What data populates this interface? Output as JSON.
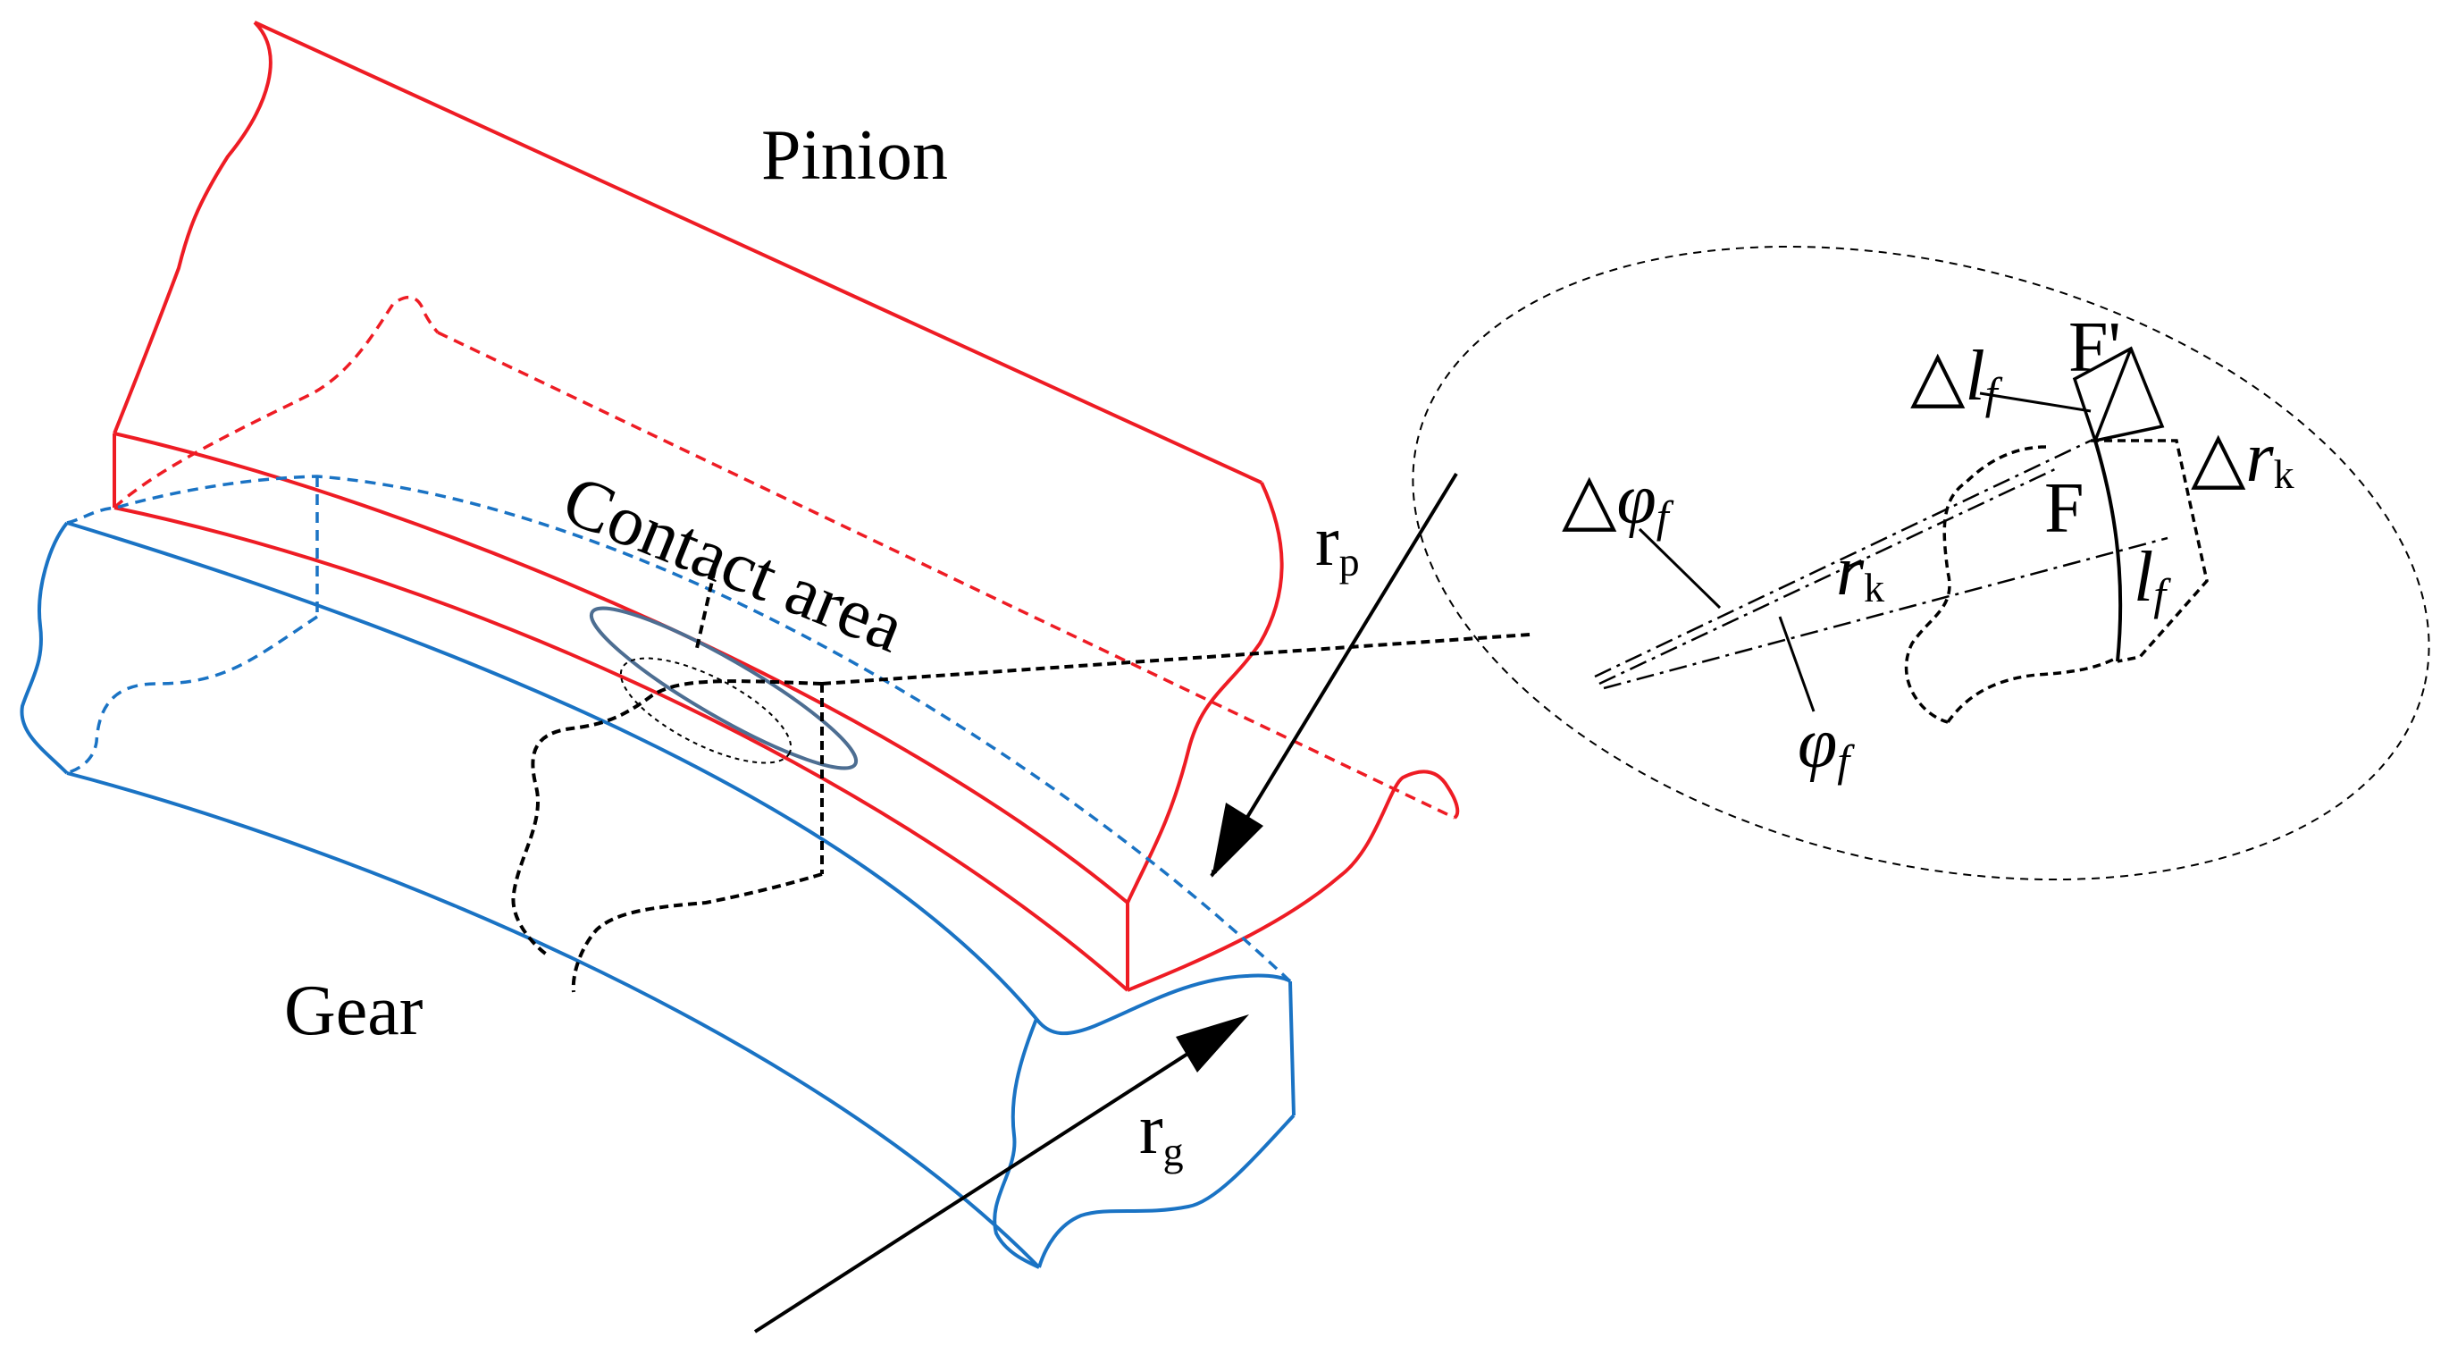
{
  "labels": {
    "pinion": "Pinion",
    "gear": "Gear",
    "contact_area": "Contact area",
    "r_p_main": "r",
    "r_p_sub": "p",
    "r_g_main": "r",
    "r_g_sub": "g",
    "delta_phi_delta": "△",
    "delta_phi_phi": "φ",
    "delta_phi_sub": "f",
    "delta_l_delta": "△",
    "delta_l_l": "l",
    "delta_l_sub": "f",
    "F_prime": "F'",
    "F": "F",
    "delta_r_delta": "△",
    "delta_r_r": "r",
    "delta_r_sub": "k",
    "r_k_main": "r",
    "r_k_sub": "k",
    "l_f_main": "l",
    "l_f_sub": "f",
    "phi_f_main": "φ",
    "phi_f_sub": "f"
  },
  "colors": {
    "pinion": "#ee1c24",
    "gear": "#1a73c4",
    "contact_ellipse": "#4d6e92",
    "ink": "#000000"
  }
}
